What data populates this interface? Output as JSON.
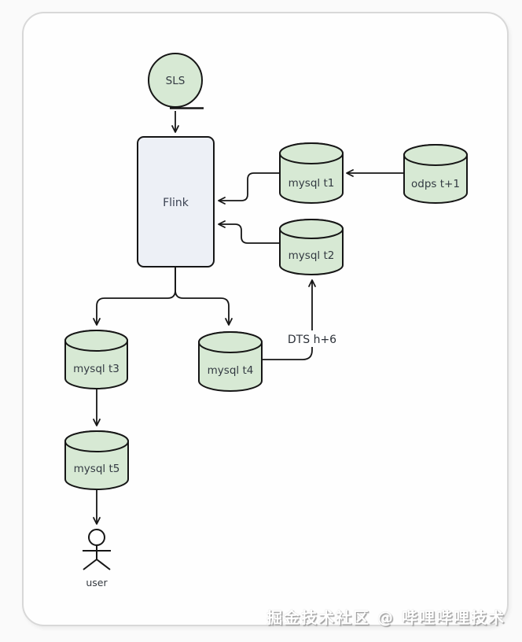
{
  "diagram": {
    "nodes": {
      "sls": {
        "label": "SLS",
        "shape": "circle-with-tail"
      },
      "flink": {
        "label": "Flink",
        "shape": "rounded-rectangle"
      },
      "mysql_t1": {
        "label": "mysql t1",
        "shape": "cylinder"
      },
      "odps_t1": {
        "label": "odps t+1",
        "shape": "cylinder"
      },
      "mysql_t2": {
        "label": "mysql t2",
        "shape": "cylinder"
      },
      "mysql_t3": {
        "label": "mysql t3",
        "shape": "cylinder"
      },
      "mysql_t4": {
        "label": "mysql t4",
        "shape": "cylinder"
      },
      "mysql_t5": {
        "label": "mysql t5",
        "shape": "cylinder"
      },
      "user": {
        "label": "user",
        "shape": "stick-figure"
      }
    },
    "edges": [
      {
        "from": "sls",
        "to": "flink"
      },
      {
        "from": "odps_t1",
        "to": "mysql_t1"
      },
      {
        "from": "mysql_t1",
        "to": "flink"
      },
      {
        "from": "mysql_t2",
        "to": "flink"
      },
      {
        "from": "flink",
        "to": "mysql_t3"
      },
      {
        "from": "flink",
        "to": "mysql_t4"
      },
      {
        "from": "mysql_t4",
        "to": "mysql_t2",
        "label": "DTS h+6"
      },
      {
        "from": "mysql_t3",
        "to": "mysql_t5"
      },
      {
        "from": "mysql_t5",
        "to": "user"
      }
    ],
    "edge_labels": {
      "dts": "DTS h+6"
    },
    "colors": {
      "datastore_fill": "#d7e9d4",
      "process_fill": "#edf0f6",
      "stroke": "#161616",
      "label_text": "#333a42",
      "card_border": "#d8d8d8",
      "card_background": "#fefefe"
    }
  },
  "watermark": {
    "text": "掘金技术社区 @ 哔哩哔哩技术"
  }
}
